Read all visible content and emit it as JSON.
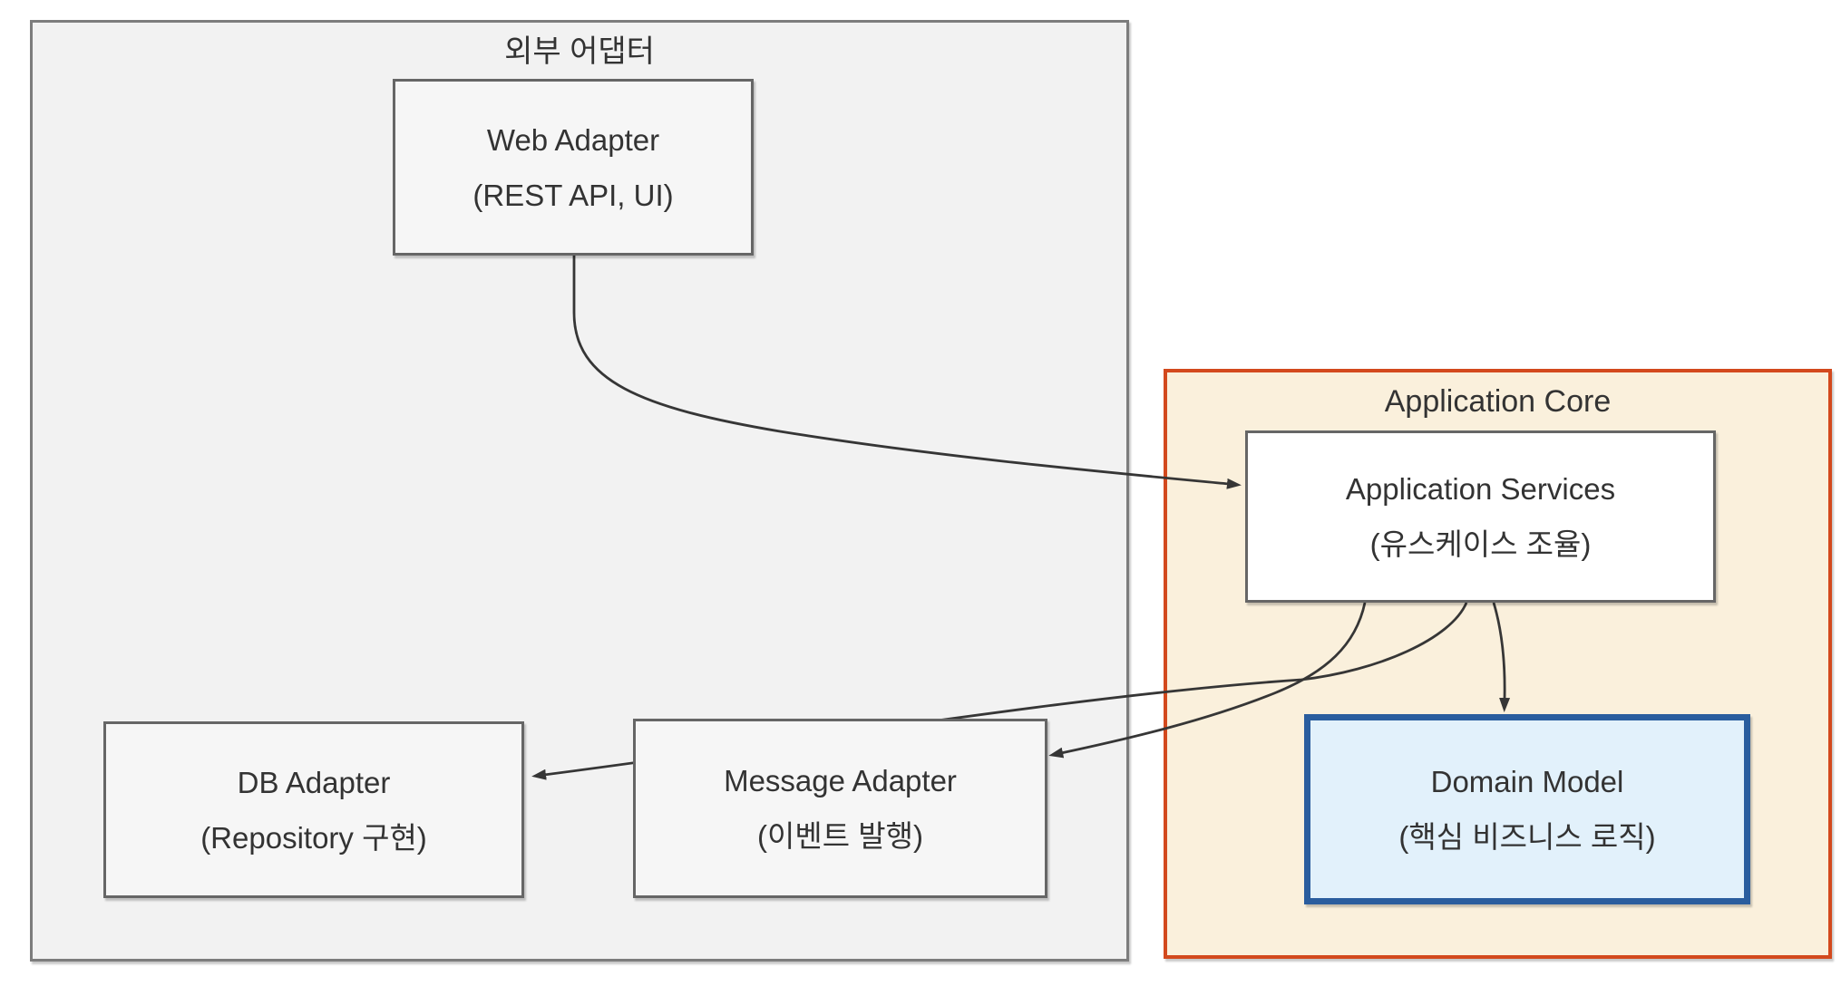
{
  "diagram": {
    "type": "architecture-flowchart",
    "containers": {
      "external": {
        "label": "외부 어댑터"
      },
      "core": {
        "label": "Application Core"
      }
    },
    "nodes": {
      "web": {
        "title": "Web Adapter",
        "subtitle": "(REST API, UI)"
      },
      "db": {
        "title": "DB Adapter",
        "subtitle": "(Repository 구현)"
      },
      "msg": {
        "title": "Message Adapter",
        "subtitle": "(이벤트 발행)"
      },
      "app": {
        "title": "Application Services",
        "subtitle": "(유스케이스 조율)"
      },
      "dom": {
        "title": "Domain Model",
        "subtitle": "(핵심 비즈니스 로직)"
      }
    },
    "edges": [
      {
        "from": "web",
        "to": "app"
      },
      {
        "from": "app",
        "to": "db"
      },
      {
        "from": "app",
        "to": "msg"
      },
      {
        "from": "app",
        "to": "dom"
      }
    ],
    "colors": {
      "external_fill": "#f2f2f2",
      "external_border": "#7d7d7d",
      "core_fill": "#faf0dc",
      "core_border": "#d3491d",
      "node_fill": "#f6f6f6",
      "node_border": "#666666",
      "app_fill": "#ffffff",
      "dom_fill": "#e2f1fb",
      "dom_border": "#2a5d9e",
      "edge": "#363636",
      "text": "#333333"
    }
  }
}
